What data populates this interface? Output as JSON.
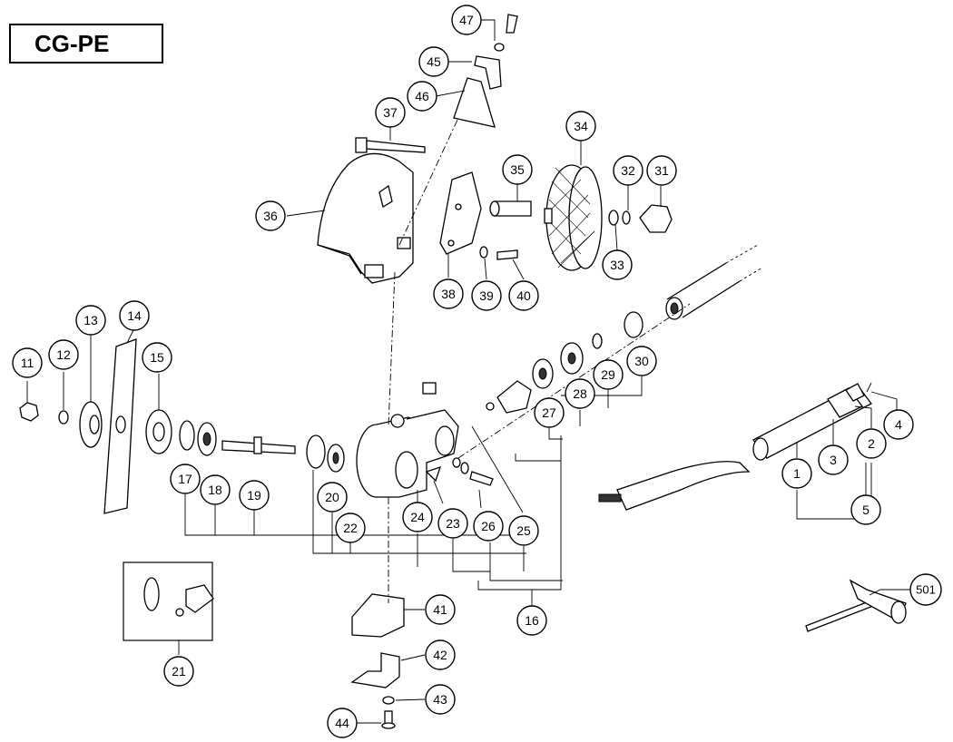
{
  "title": "CG-PE",
  "callouts": {
    "c1": "1",
    "c2": "2",
    "c3": "3",
    "c4": "4",
    "c5": "5",
    "c11": "11",
    "c12": "12",
    "c13": "13",
    "c14": "14",
    "c15": "15",
    "c16": "16",
    "c17": "17",
    "c18": "18",
    "c19": "19",
    "c20": "20",
    "c21": "21",
    "c22": "22",
    "c23": "23",
    "c24": "24",
    "c25": "25",
    "c26": "26",
    "c27": "27",
    "c28": "28",
    "c29": "29",
    "c30": "30",
    "c31": "31",
    "c32": "32",
    "c33": "33",
    "c34": "34",
    "c35": "35",
    "c36": "36",
    "c37": "37",
    "c38": "38",
    "c39": "39",
    "c40": "40",
    "c41": "41",
    "c42": "42",
    "c43": "43",
    "c44": "44",
    "c45": "45",
    "c46": "46",
    "c47": "47",
    "c501": "501"
  }
}
